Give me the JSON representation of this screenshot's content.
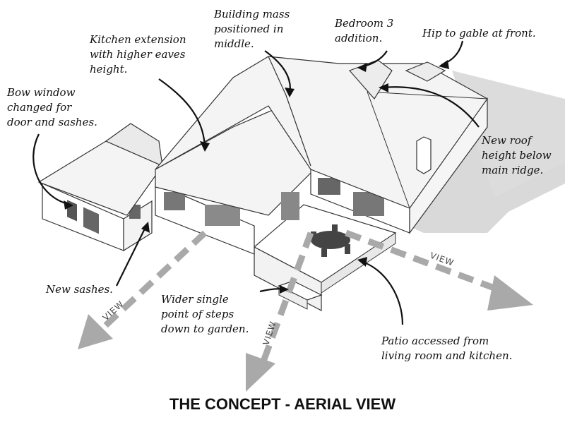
{
  "title": "THE CONCEPT - AERIAL VIEW",
  "annotations": {
    "kitchen_extension": "Kitchen extension\nwith higher eaves\nheight.",
    "building_mass": "Building mass\npositioned in\nmiddle.",
    "bedroom3": "Bedroom 3\naddition.",
    "hip_to_gable": "Hip to gable at front.",
    "bow_window": "Bow window\nchanged for\ndoor and sashes.",
    "new_roof": "New roof\nheight below\nmain ridge.",
    "new_sashes": "New sashes.",
    "wider_steps": "Wider single\npoint of steps\ndown to garden.",
    "patio": "Patio accessed from\nliving room and kitchen."
  },
  "views": [
    "VIEW",
    "VIEW",
    "VIEW"
  ],
  "colors": {
    "ink": "#111111",
    "shadow": "#d9d9d9",
    "arrow": "#a9a9a9",
    "roof": "#f4f4f4",
    "wall": "#ffffff"
  }
}
